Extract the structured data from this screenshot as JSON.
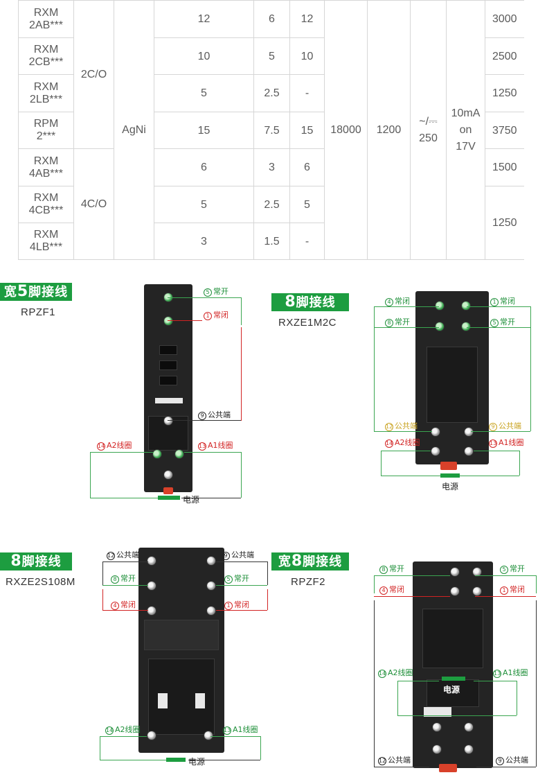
{
  "table": {
    "rows": [
      {
        "model": "RXM\n2AB***",
        "c4": "12",
        "c5": "6",
        "c6": "12",
        "c11": "3000"
      },
      {
        "model": "RXM\n2CB***",
        "c4": "10",
        "c5": "5",
        "c6": "10",
        "c11": "2500"
      },
      {
        "model": "RXM\n2LB***",
        "c4": "5",
        "c5": "2.5",
        "c6": "-",
        "c11": "1250"
      },
      {
        "model": "RPM\n2***",
        "c4": "15",
        "c5": "7.5",
        "c6": "15",
        "c11": "3750"
      },
      {
        "model": "RXM\n4AB***",
        "c4": "6",
        "c5": "3",
        "c6": "6",
        "c11": "1500"
      },
      {
        "model": "RXM\n4CB***",
        "c4": "5",
        "c5": "2.5",
        "c6": "5",
        "c11": "1250"
      },
      {
        "model": "RXM\n4LB***",
        "c4": "3",
        "c5": "1.5",
        "c6": "-"
      }
    ],
    "contacts_2c": "2C/O",
    "contacts_4c": "4C/O",
    "material": "AgNi",
    "c7": "18000",
    "c8": "1200",
    "c9": "~/⎓\n250",
    "c10": "10mA\non\n17V"
  },
  "common": {
    "power": "电源",
    "a2": "A2线圈",
    "a1": "A1线圈",
    "common_term": "公共端",
    "no": "常开",
    "nc": "常闭"
  },
  "panels": {
    "rpzf1": {
      "title_pre": "宽",
      "title_big": "5",
      "title_post": "脚接线",
      "model": "RPZF1"
    },
    "rxze1m2c": {
      "title_big": "8",
      "title_post": "脚接线",
      "model": "RXZE1M2C"
    },
    "rxze2s108m": {
      "title_big": "8",
      "title_post": "脚接线",
      "model": "RXZE2S108M"
    },
    "rpzf2": {
      "title_pre": "宽",
      "title_big": "8",
      "title_post": "脚接线",
      "model": "RPZF2"
    }
  },
  "nums": {
    "n1": "1",
    "n4": "4",
    "n5": "5",
    "n8": "8",
    "n9": "9",
    "n12": "12",
    "n13": "13",
    "n14": "14"
  },
  "colors": {
    "green": "#1d9d40",
    "red": "#d22323",
    "socket": "#242424"
  }
}
